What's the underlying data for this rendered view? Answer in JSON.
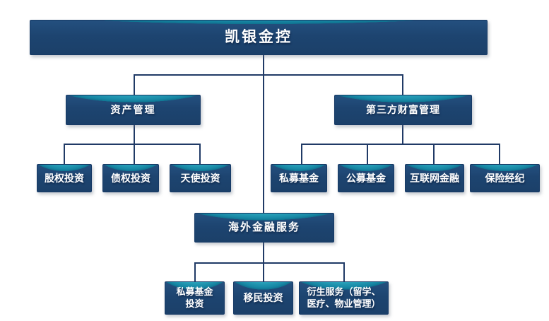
{
  "org_chart": {
    "root": {
      "label": "凯银金控"
    },
    "branches": {
      "asset_management": {
        "label": "资产管理",
        "children": [
          {
            "label": "股权投资"
          },
          {
            "label": "债权投资"
          },
          {
            "label": "天使投资"
          }
        ]
      },
      "third_party_wealth": {
        "label": "第三方财富管理",
        "children": [
          {
            "label": "私募基金"
          },
          {
            "label": "公募基金"
          },
          {
            "label": "互联网金融"
          },
          {
            "label": "保险经纪"
          }
        ]
      },
      "overseas_finance": {
        "label": "海外金融服务",
        "children": [
          {
            "lines": [
              "私募基金",
              "投资"
            ]
          },
          {
            "lines": [
              "移民投资"
            ]
          },
          {
            "lines": [
              "衍生服务（留学、",
              "医疗、物业管理）"
            ]
          }
        ]
      }
    },
    "colors": {
      "teal_bright": "#4cc3d5",
      "teal_dark": "#14809e",
      "navy_body": "#1d4470",
      "connector": "#203a66",
      "text": "#ffffff",
      "background": "#ffffff"
    }
  }
}
